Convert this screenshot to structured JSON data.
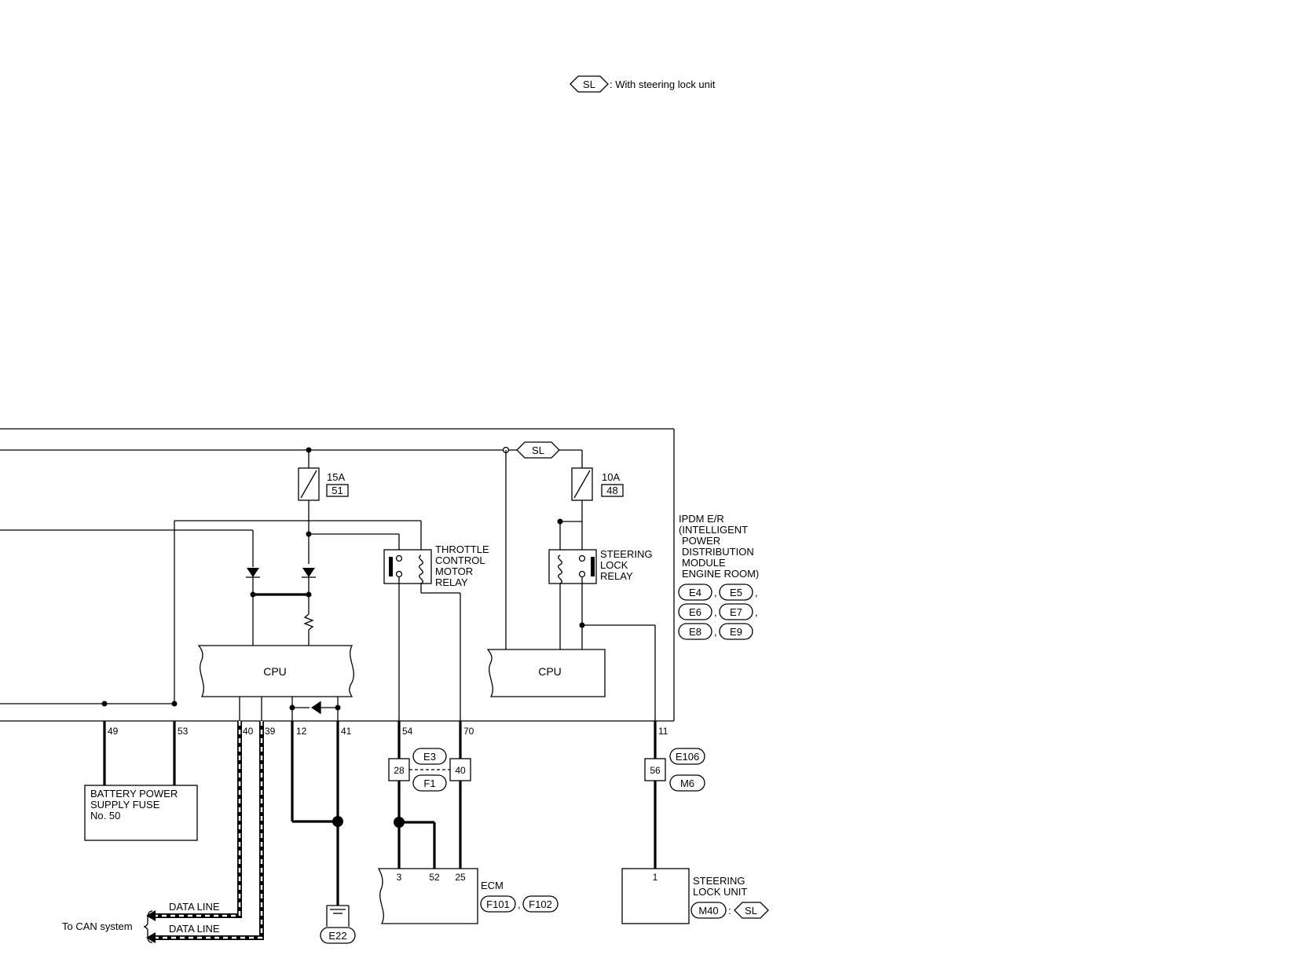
{
  "legend": {
    "sl_symbol": "SL",
    "text": ": With steering lock unit"
  },
  "ipdm": {
    "lines": [
      "IPDM E/R",
      "(INTELLIGENT",
      "POWER",
      "DISTRIBUTION",
      "MODULE",
      "ENGINE ROOM)"
    ],
    "connectors": [
      "E4",
      "E5",
      "E6",
      "E7",
      "E8",
      "E9"
    ],
    "sep": ","
  },
  "fuses": [
    {
      "rating": "15A",
      "number": "51"
    },
    {
      "rating": "10A",
      "number": "48"
    }
  ],
  "relays": {
    "throttle": [
      "THROTTLE",
      "CONTROL",
      "MOTOR",
      "RELAY"
    ],
    "steering": [
      "STEERING",
      "LOCK",
      "RELAY"
    ]
  },
  "cpu_label": "CPU",
  "sl_tag": "SL",
  "pins": {
    "p49": "49",
    "p53": "53",
    "p40": "40",
    "p39": "39",
    "p12": "12",
    "p41": "41",
    "p54": "54",
    "p70": "70",
    "p11": "11"
  },
  "joint_connectors": {
    "left_pin": "28",
    "right_pin": "40",
    "top_conn": "E3",
    "bottom_conn": "F1",
    "steer_pin": "56",
    "steer_top": "E106",
    "steer_bottom": "M6"
  },
  "battery_fuse": [
    "BATTERY POWER",
    "SUPPLY FUSE",
    "No. 50"
  ],
  "ecm": {
    "label": "ECM",
    "pins": [
      "3",
      "52",
      "25"
    ],
    "connectors": [
      "F101",
      "F102"
    ],
    "sep": ","
  },
  "steering_lock_unit": {
    "lines": [
      "STEERING",
      "LOCK UNIT"
    ],
    "pin": "1",
    "connector": "M40",
    "sep": ":",
    "tag": "SL"
  },
  "data_lines": {
    "line1": "DATA LINE",
    "line2": "DATA LINE",
    "target": "To CAN system"
  },
  "ground": "E22"
}
